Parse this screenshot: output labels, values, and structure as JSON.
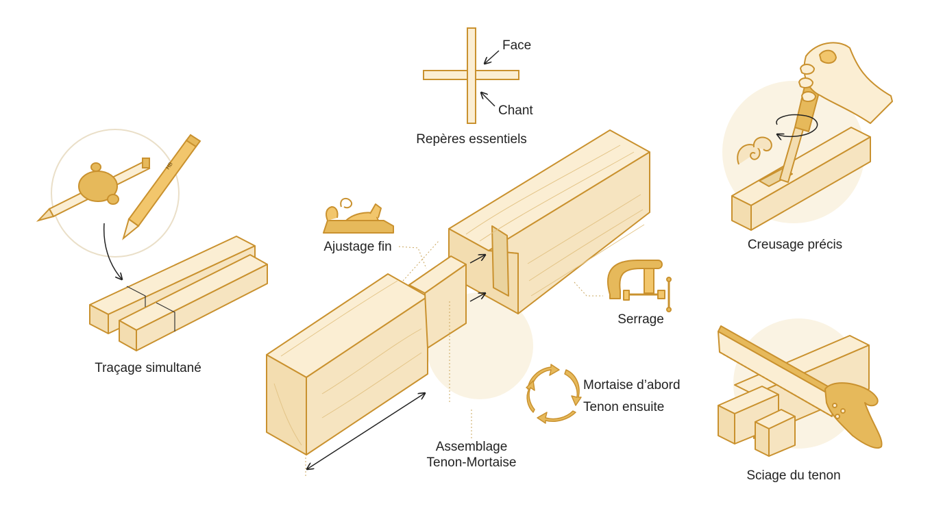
{
  "labels": {
    "face": "Face",
    "chant": "Chant",
    "reperes": "Repères essentiels",
    "tracage": "Traçage simultané",
    "ajustage": "Ajustage fin",
    "serrage": "Serrage",
    "creusage": "Creusage précis",
    "sciage": "Sciage du tenon",
    "sequence_first": "Mortaise d’abord",
    "sequence_second": "Tenon ensuite",
    "assembly_line1": "Assemblage",
    "assembly_line2": "Tenon-Mortaise",
    "pencil_mark": "HB"
  },
  "colors": {
    "wood_fill": "#fbeed3",
    "wood_side": "#f3ddb0",
    "wood_outline": "#c9912e",
    "gold": "#d9a53f",
    "highlight_circle": "#faf3e3",
    "arrow": "#222222"
  },
  "icons": [
    "marking-gauge-icon",
    "pencil-icon",
    "plane-icon",
    "clamp-icon",
    "chisel-icon",
    "saw-icon",
    "cycle-arrows-icon"
  ]
}
